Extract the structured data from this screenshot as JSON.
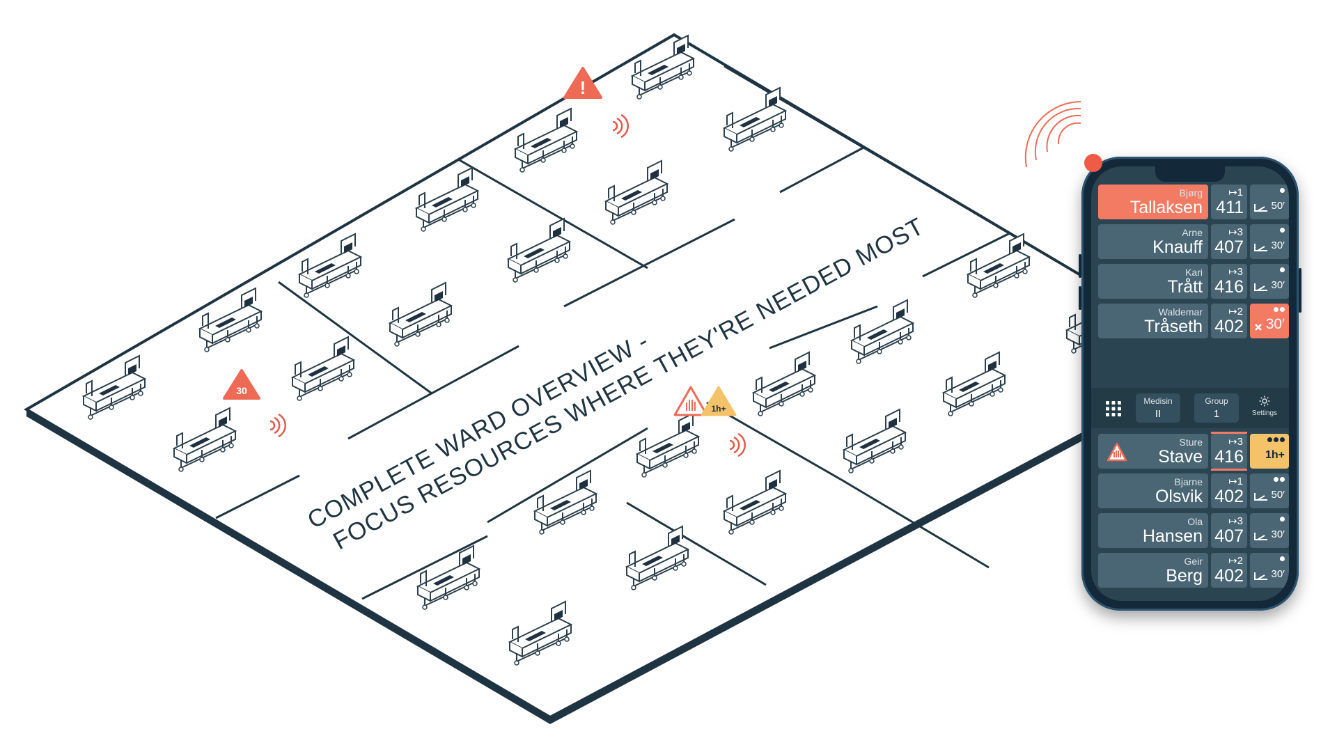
{
  "headline": {
    "line1": "COMPLETE WARD OVERVIEW -",
    "line2": "FOCUS RESOURCES WHERE THEY'RE NEEDED MOST"
  },
  "ward_badges": {
    "timer_badge": "30",
    "time_badge": "1h+",
    "exclamation": "!"
  },
  "colors": {
    "alert": "#f37a63",
    "warning": "#f4c268",
    "dark": "#13293a",
    "panel": "#4a6674"
  },
  "patients_top": [
    {
      "first": "Bjørg",
      "last": "Tallaksen",
      "count": "↦1",
      "room": "411",
      "dots": 1,
      "timer": "50′",
      "alert": true,
      "status": "normal"
    },
    {
      "first": "Arne",
      "last": "Knauff",
      "count": "↦3",
      "room": "407",
      "dots": 1,
      "timer": "30′",
      "alert": false,
      "status": "normal"
    },
    {
      "first": "Kari",
      "last": "Trått",
      "count": "↦3",
      "room": "416",
      "dots": 1,
      "timer": "30′",
      "alert": false,
      "status": "normal"
    },
    {
      "first": "Waldemar",
      "last": "Tråseth",
      "count": "↦2",
      "room": "402",
      "dots": 2,
      "timer": "30′",
      "alert": false,
      "status": "red"
    }
  ],
  "toolbar": {
    "medisin_label": "Medisin",
    "medisin_value": "II",
    "group_label": "Group",
    "group_value": "1",
    "settings_label": "Settings"
  },
  "patients_bottom": [
    {
      "first": "Sture",
      "last": "Stave",
      "count": "↦3",
      "room": "416",
      "dots": 3,
      "timer": "1h+",
      "alert": false,
      "status": "yellow"
    },
    {
      "first": "Bjarne",
      "last": "Olsvik",
      "count": "↦1",
      "room": "402",
      "dots": 2,
      "timer": "50′",
      "alert": false,
      "status": "normal"
    },
    {
      "first": "Ola",
      "last": "Hansen",
      "count": "↦3",
      "room": "407",
      "dots": 1,
      "timer": "30′",
      "alert": false,
      "status": "normal"
    },
    {
      "first": "Geir",
      "last": "Berg",
      "count": "↦2",
      "room": "402",
      "dots": 1,
      "timer": "30′",
      "alert": false,
      "status": "normal"
    }
  ]
}
